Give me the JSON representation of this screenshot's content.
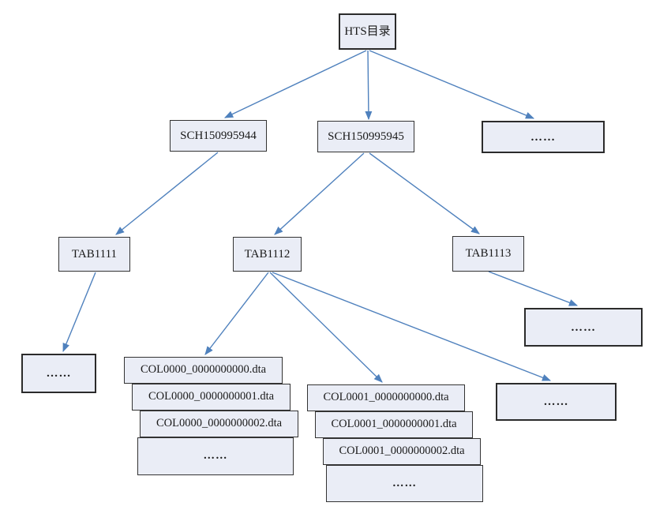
{
  "diagram": {
    "title_implicit": "HTS catalog directory tree",
    "root": {
      "label": "HTS目录"
    },
    "level2": [
      {
        "label": "SCH150995944"
      },
      {
        "label": "SCH150995945"
      },
      {
        "label": "……"
      }
    ],
    "level3": [
      {
        "label": "TAB1111"
      },
      {
        "label": "TAB1112"
      },
      {
        "label": "TAB1113"
      }
    ],
    "leaves": {
      "tab1111_more": "……",
      "tab1113_more": "……",
      "tab1112_more": "……",
      "col0000_files": [
        "COL0000_0000000000.dta",
        "COL0000_0000000001.dta",
        "COL0000_0000000002.dta",
        "……"
      ],
      "col0001_files": [
        "COL0001_0000000000.dta",
        "COL0001_0000000001.dta",
        "COL0001_0000000002.dta",
        "……"
      ]
    }
  },
  "colors": {
    "arrow": "#4f81bd",
    "box_fill": "#eaedf6",
    "box_border": "#333333",
    "text": "#1a1a1a",
    "background": "#ffffff"
  }
}
